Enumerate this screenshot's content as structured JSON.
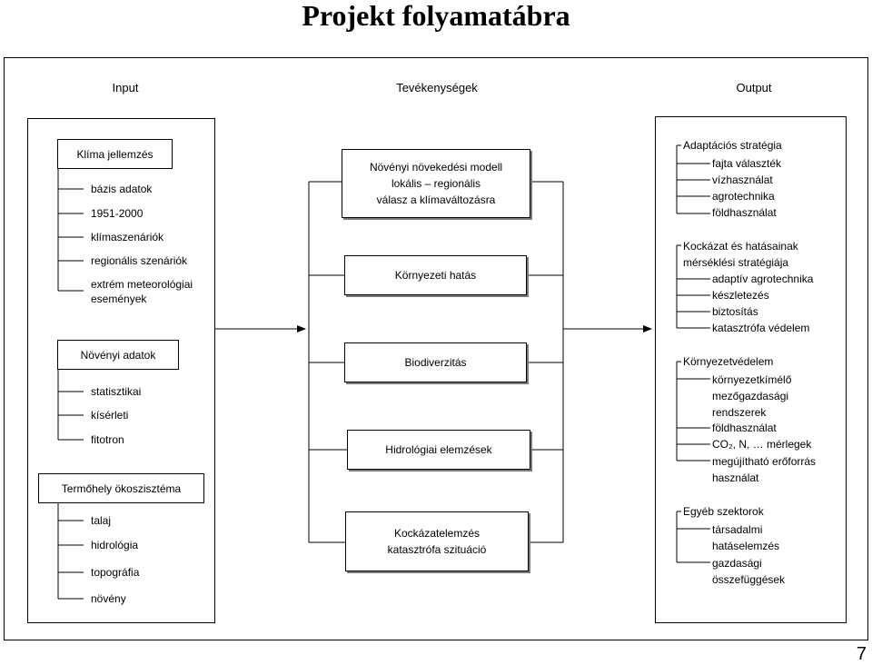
{
  "title": "Projekt folyamatábra",
  "page_number": "7",
  "columns": {
    "input": "Input",
    "activities": "Tevékenységek",
    "output": "Output"
  },
  "input": {
    "climate": {
      "title": "Klíma jellemzés",
      "items": [
        "bázis adatok",
        "1951-2000",
        "klímaszenáriók",
        "regionális szenáriók",
        "extrém meteorológiai\nesemények"
      ]
    },
    "plant": {
      "title": "Növényi adatok",
      "items": [
        "statisztikai",
        "kísérleti",
        "fitotron"
      ]
    },
    "habitat": {
      "title": "Termőhely ökoszisztéma",
      "items": [
        "talaj",
        "hidrológia",
        "topográfia",
        "növény"
      ]
    }
  },
  "activities": [
    "Növényi növekedési modell\nlokális – regionális\nválasz a klímaváltozásra",
    "Környezeti hatás",
    "Biodiverzitás",
    "Hidrológiai elemzések",
    "Kockázatelemzés\nkatasztrófa szituáció"
  ],
  "output": {
    "adaptation": {
      "title": "Adaptációs stratégia",
      "items": [
        "fajta választék",
        "vízhasználat",
        "agrotechnika",
        "földhasználat"
      ]
    },
    "risk": {
      "title": "Kockázat és hatásainak\nmérséklési stratégiája",
      "items": [
        "adaptív agrotechnika",
        "készletezés",
        "biztosítás",
        "katasztrófa védelem"
      ]
    },
    "environment": {
      "title": "Környezetvédelem",
      "items": [
        "környezetkímélő\nmezőgazdasági\nrendszerek",
        "földhasználat",
        "CO₂, N, … mérlegek",
        "megújítható erőforrás\nhasználat"
      ]
    },
    "other": {
      "title": "Egyéb szektorok",
      "items": [
        "társadalmi\nhatáselemzés",
        "gazdasági\nösszefüggések"
      ]
    }
  }
}
